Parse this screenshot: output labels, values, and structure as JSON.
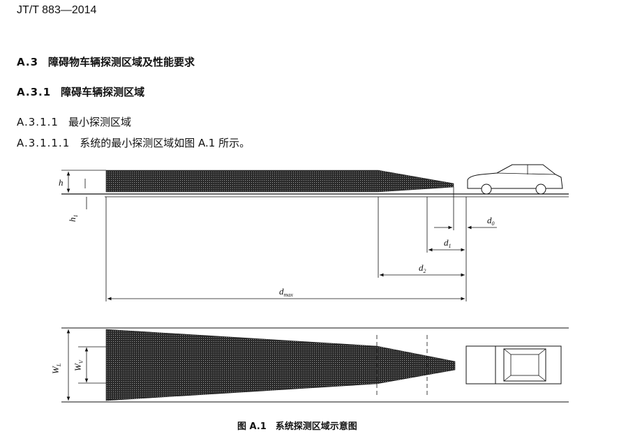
{
  "header": {
    "doc_code": "JT/T 883—2014"
  },
  "sections": [
    {
      "num": "A.3",
      "title": "障碍物车辆探测区域及性能要求"
    },
    {
      "num": "A.3.1",
      "title": "障碍车辆探测区域"
    },
    {
      "num": "A.3.1.1",
      "title": "最小探测区域"
    },
    {
      "num": "A.3.1.1.1",
      "title": "系统的最小探测区域如图 A.1 所示。"
    }
  ],
  "figure": {
    "caption": "图 A.1　系统探测区域示意图",
    "labels": {
      "h": "h",
      "h1": "h",
      "h1_sub": "1",
      "d0": "d",
      "d0_sub": "0",
      "d1": "d",
      "d1_sub": "1",
      "d2": "d",
      "d2_sub": "2",
      "dmax": "d",
      "dmax_sub": "max",
      "WL": "W",
      "WL_sub": "L",
      "WV": "W",
      "WV_sub": "V"
    }
  }
}
